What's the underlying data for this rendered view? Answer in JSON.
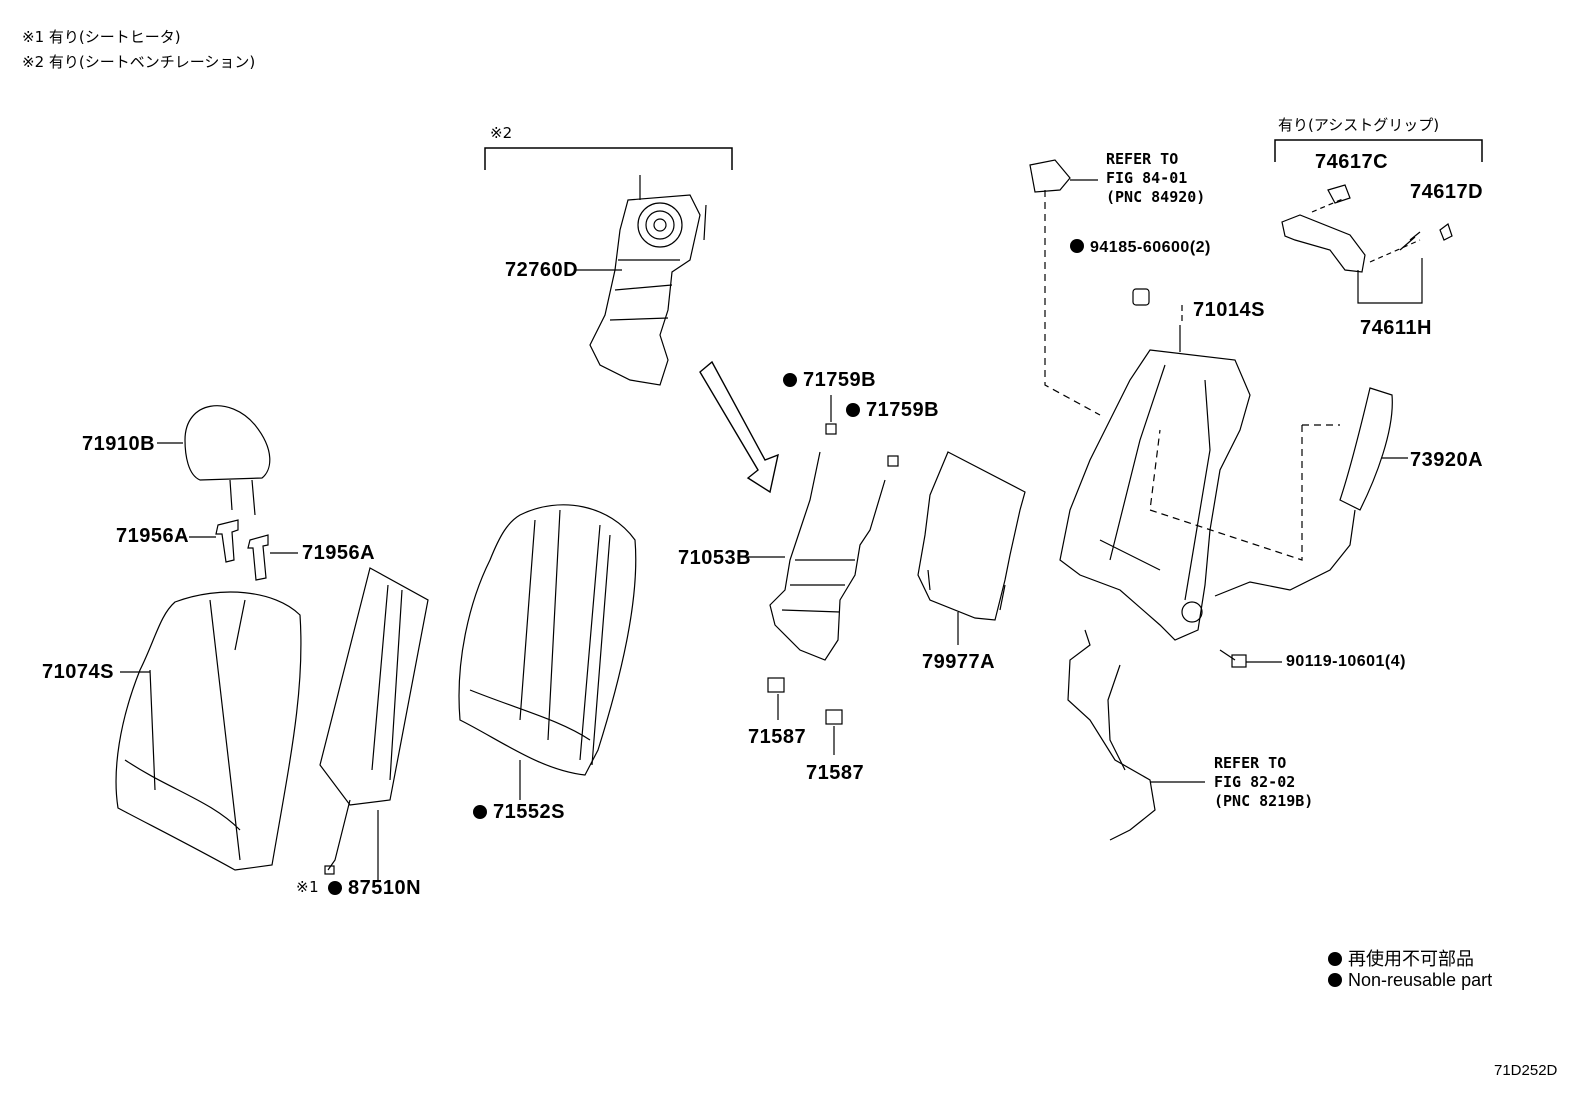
{
  "notes": {
    "note1": "※1  有り(シートヒータ)",
    "note2": "※2  有り(シートベンチレーション)"
  },
  "bracket_labels": {
    "ventilation": "※2",
    "assist_grip": "有り(アシストグリップ)"
  },
  "parts": {
    "p72760D": "72760D",
    "p71910B": "71910B",
    "p71956A_left": "71956A",
    "p71956A_right": "71956A",
    "p71074S": "71074S",
    "p87510N_prefix": "※1",
    "p87510N": "87510N",
    "p71552S": "71552S",
    "p71759B_a": "71759B",
    "p71759B_b": "71759B",
    "p71053B": "71053B",
    "p71587_a": "71587",
    "p71587_b": "71587",
    "p79977A": "79977A",
    "p94185": "94185-60600(2)",
    "p71014S": "71014S",
    "p74617C": "74617C",
    "p74617D": "74617D",
    "p74611H": "74611H",
    "p73920A": "73920A",
    "p90119": "90119-10601(4)"
  },
  "references": {
    "ref1": "REFER TO\nFIG 84-01\n(PNC 84920)",
    "ref2": "REFER TO\nFIG 82-02\n(PNC 8219B)"
  },
  "legend": {
    "jp": "再使用不可部品",
    "en": "Non-reusable part"
  },
  "diagram_code": "71D252D"
}
